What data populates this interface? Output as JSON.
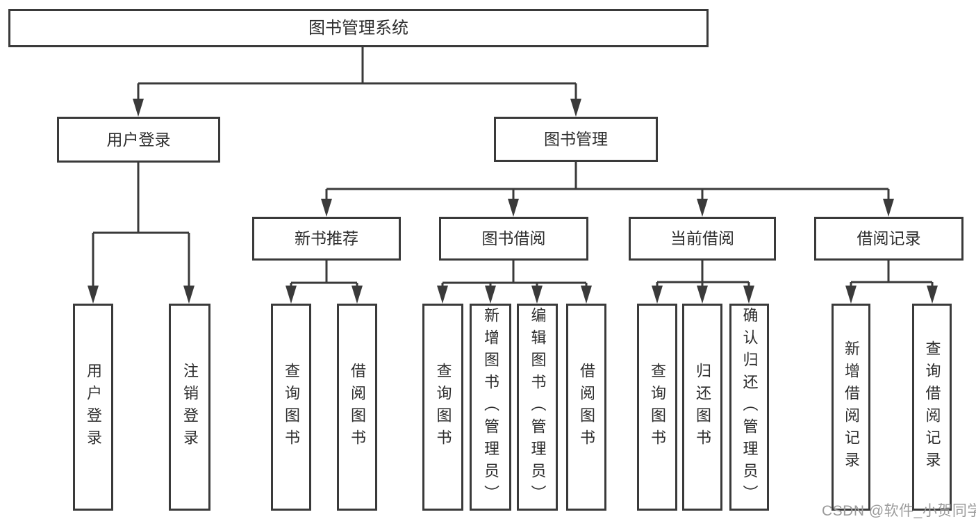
{
  "diagram": {
    "root": {
      "label": "图书管理系统"
    },
    "level1": [
      {
        "label": "用户登录"
      },
      {
        "label": "图书管理"
      }
    ],
    "level2": [
      {
        "label": "新书推荐"
      },
      {
        "label": "图书借阅"
      },
      {
        "label": "当前借阅"
      },
      {
        "label": "借阅记录"
      }
    ],
    "leaves": {
      "user_login": [
        {
          "label": "用户登录"
        },
        {
          "label": "注销登录"
        }
      ],
      "new_book_recommend": [
        {
          "label": "查询图书"
        },
        {
          "label": "借阅图书"
        }
      ],
      "book_borrow": [
        {
          "label": "查询图书"
        },
        {
          "label": "新增图书（管理员）"
        },
        {
          "label": "编辑图书（管理员）"
        },
        {
          "label": "借阅图书"
        }
      ],
      "current_borrow": [
        {
          "label": "查询图书"
        },
        {
          "label": "归还图书"
        },
        {
          "label": "确认归还（管理员）"
        }
      ],
      "borrow_records": [
        {
          "label": "新增借阅记录"
        },
        {
          "label": "查询借阅记录"
        }
      ]
    }
  },
  "watermark": {
    "text": "CSDN @软件_小贺同学"
  },
  "colors": {
    "line": "#3a3a3a",
    "text": "#2d2d2d",
    "box_fill": "#ffffff",
    "background": "#ffffff",
    "watermark": "#9b9b9b"
  }
}
